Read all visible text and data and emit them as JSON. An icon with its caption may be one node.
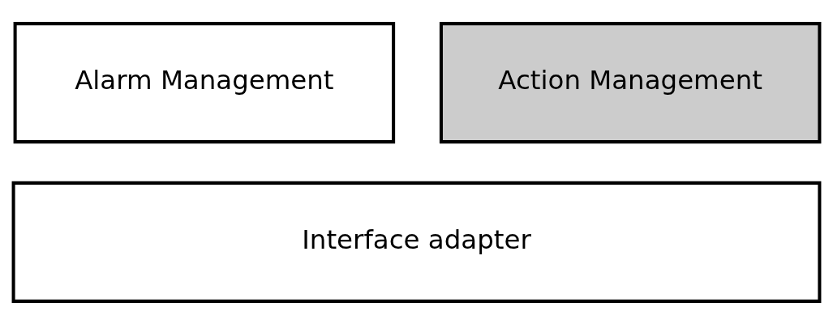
{
  "diagram": {
    "nodes": [
      {
        "text": [
          "Alarm Management"
        ]
      },
      {
        "text": [
          "Action Management"
        ]
      },
      {
        "text": [
          "Interface adapter"
        ]
      }
    ],
    "edges": []
  }
}
